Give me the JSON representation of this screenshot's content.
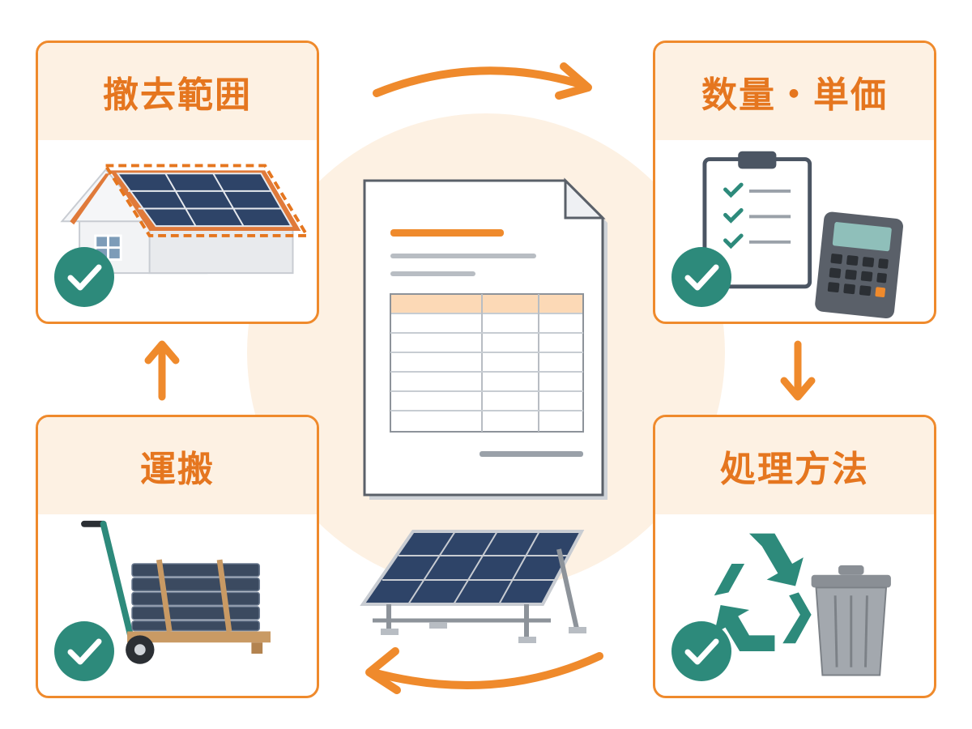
{
  "steps": {
    "removal_scope": {
      "label": "撤去範囲",
      "icon": "house-with-solar-roof-icon"
    },
    "quantity_price": {
      "label": "数量・単価",
      "icon": "clipboard-and-calculator-icon"
    },
    "disposal_method": {
      "label": "処理方法",
      "icon": "recycle-and-trash-can-icon"
    },
    "transport": {
      "label": "運搬",
      "icon": "hand-truck-with-panels-icon"
    }
  },
  "center": {
    "document_icon": "estimate-document-icon",
    "panel_icon": "ground-solar-panel-icon"
  },
  "colors": {
    "accent_orange": "#ef8a2c",
    "title_orange": "#e5761f",
    "header_cream": "#fdf1e3",
    "check_teal": "#2d8a7b",
    "panel_navy": "#2e4468"
  }
}
